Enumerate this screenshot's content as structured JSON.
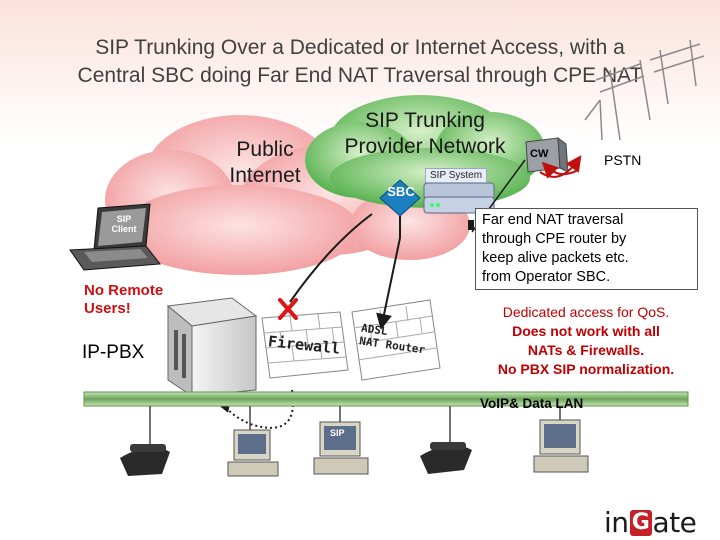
{
  "title_line1": "SIP Trunking Over a Dedicated or Internet  Access, with a",
  "title_line2": "Central SBC doing Far End NAT Traversal through CPE NAT",
  "public_internet": {
    "line1": "Public",
    "line2": "Internet"
  },
  "sip_provider": {
    "line1": "SIP Trunking",
    "line2": "Provider Network"
  },
  "sip_system_label": "SIP System",
  "sbc_label": "SBC",
  "cw_label": "CW",
  "pstn_label": "PSTN",
  "sip_client_label": "SIP Client",
  "no_remote": {
    "line1": "No Remote",
    "line2": "Users!"
  },
  "ip_pbx_label": "IP-PBX",
  "firewall_label": "Firewall",
  "router_label": {
    "line1": "ADSL",
    "line2": "NAT Router"
  },
  "note_lines": [
    "Far end NAT traversal",
    "through CPE router by",
    "keep alive packets etc.",
    "from Operator SBC."
  ],
  "bullets": [
    "Dedicated access for QoS.",
    "Does not work with all",
    "NATs & Firewalls.",
    "No PBX SIP normalization."
  ],
  "lan_label": "VoIP& Data LAN",
  "phone_label": "SIP",
  "logo": {
    "pre": "in",
    "mark": "G",
    "post": "ate"
  },
  "colors": {
    "cloud_pink": "#f4a9aa",
    "cloud_green": "#5fb85b",
    "lan_green": "#5b9a4a",
    "accent_red": "#d01010",
    "sbc_blue": "#1c7fbf"
  }
}
